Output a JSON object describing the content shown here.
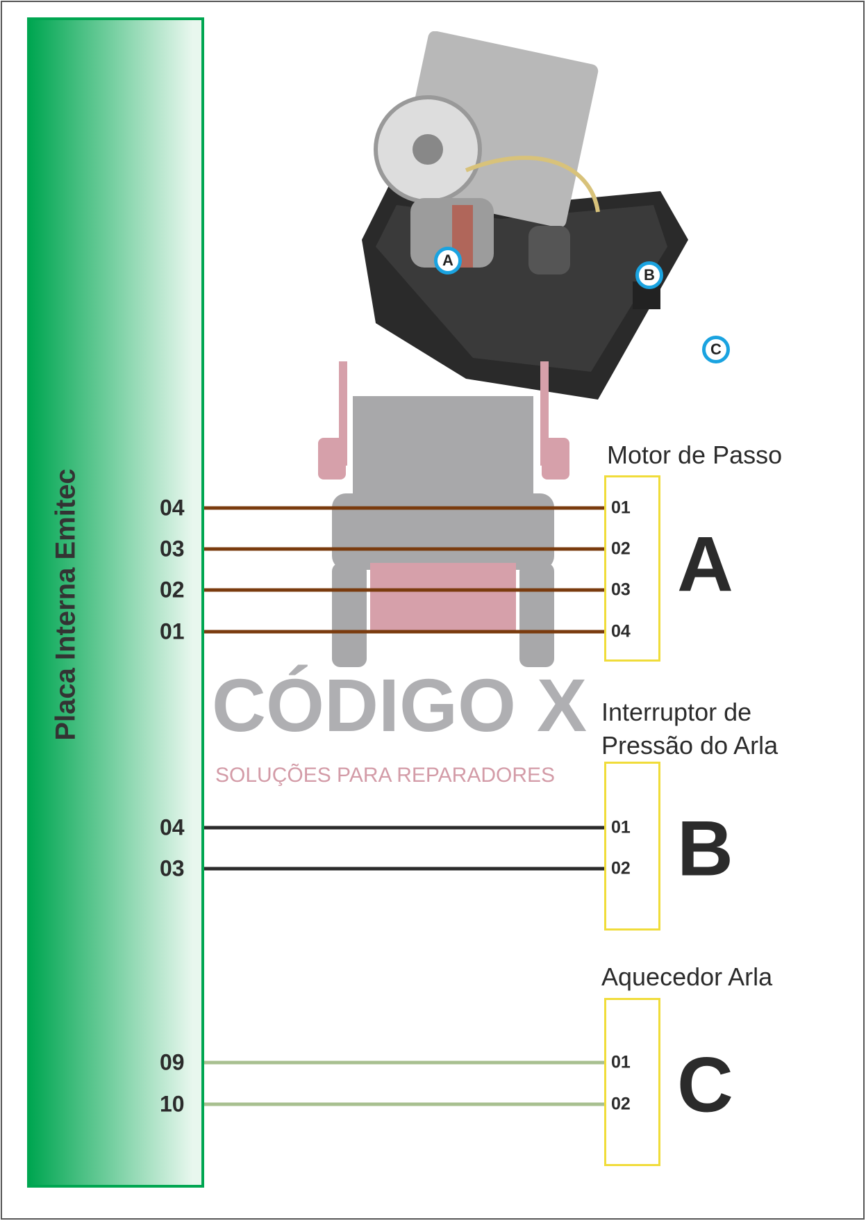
{
  "board": {
    "title": "Placa Interna Emitec"
  },
  "components": [
    {
      "letter": "A",
      "title": "Motor de Passo",
      "wire_color": "#7a3b0e",
      "left_pins": [
        "04",
        "03",
        "02",
        "01"
      ],
      "right_pins": [
        "01",
        "02",
        "03",
        "04"
      ]
    },
    {
      "letter": "B",
      "title_lines": [
        "Interruptor de",
        "Pressão do Arla"
      ],
      "wire_color": "#2b2b2b",
      "left_pins": [
        "04",
        "03"
      ],
      "right_pins": [
        "01",
        "02"
      ]
    },
    {
      "letter": "C",
      "title": "Aquecedor Arla",
      "wire_color": "#a8c090",
      "left_pins": [
        "09",
        "10"
      ],
      "right_pins": [
        "01",
        "02"
      ]
    }
  ],
  "photo": {
    "callouts": [
      "A",
      "B",
      "C"
    ]
  },
  "watermark": {
    "brand": "CÓDIGO X",
    "tagline": "SOLUÇÕES PARA REPARADORES"
  }
}
